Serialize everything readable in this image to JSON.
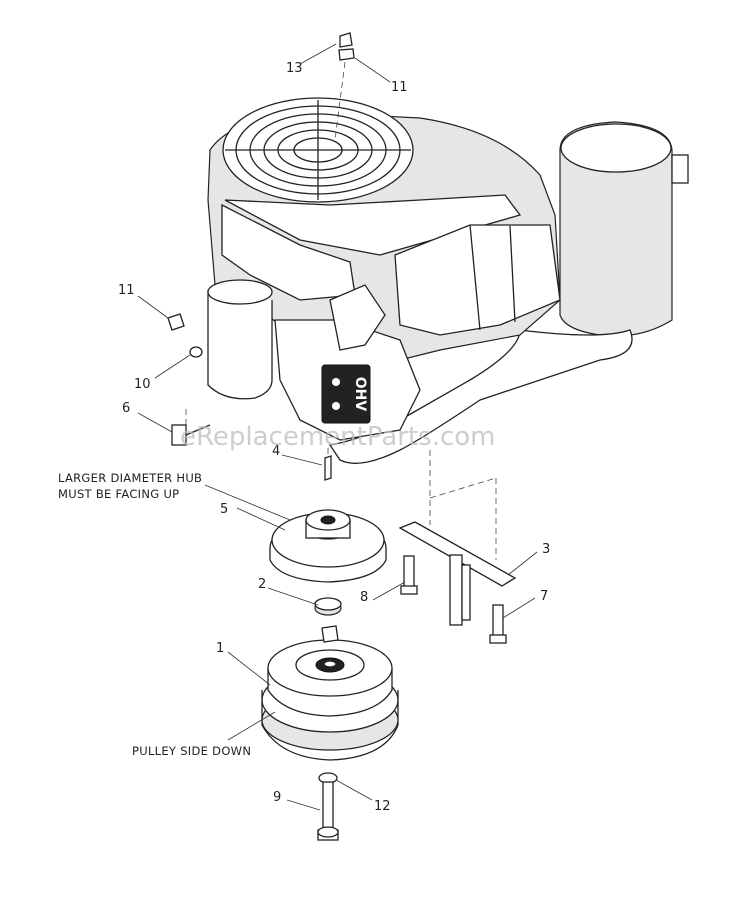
{
  "callouts": [
    "13",
    "11",
    "11",
    "10",
    "6",
    "4",
    "5",
    "2",
    "1",
    "3",
    "8",
    "7",
    "9",
    "12"
  ],
  "notes": {
    "hub": [
      "LARGER DIAMETER HUB",
      "MUST BE FACING UP"
    ],
    "pulley": "PULLEY SIDE DOWN"
  },
  "engine_badge": "OHV",
  "watermark": "eReplacementParts.com"
}
